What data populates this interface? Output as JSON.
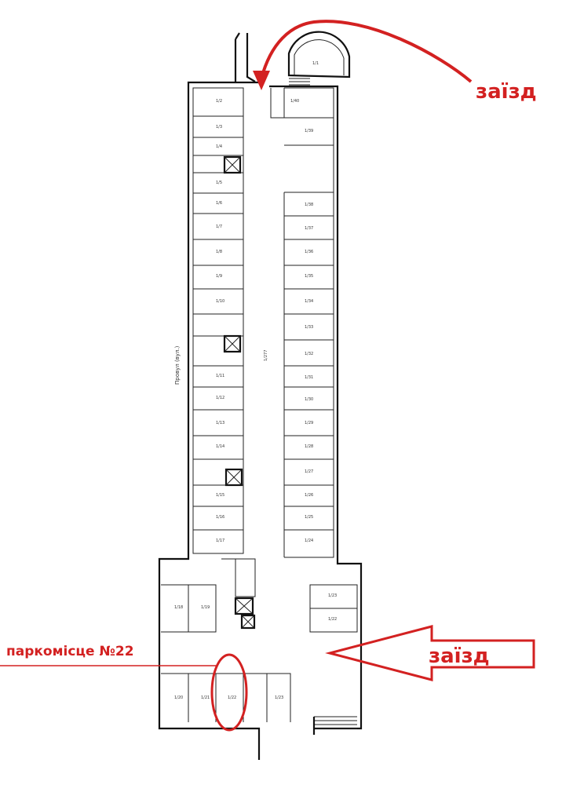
{
  "annotations": {
    "entry_top": "заїзд",
    "entry_right": "заїзд",
    "parking_spot": "паркомісце №22"
  },
  "plan": {
    "street_label": "Провул (вул.)",
    "mark_label": "1/277"
  },
  "colors": {
    "annotation": "#d32121",
    "walls": "#111111"
  }
}
